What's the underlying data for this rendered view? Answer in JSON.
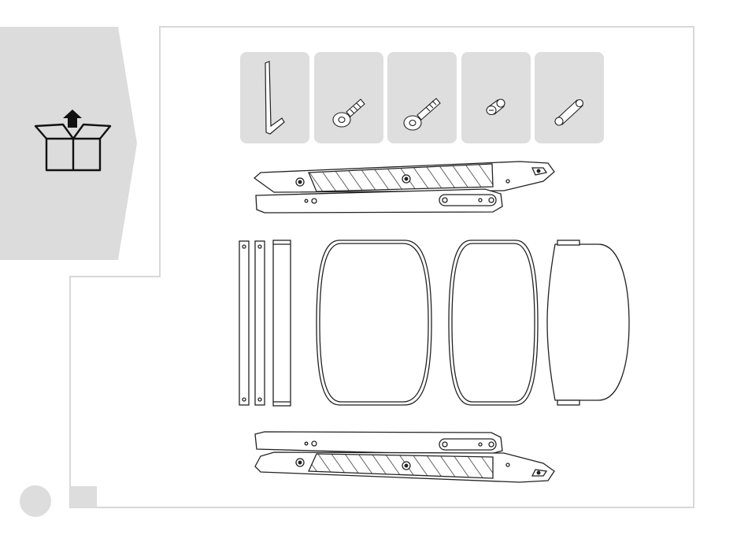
{
  "step": {
    "number": "",
    "icon": "unbox-arrow-up-icon",
    "banner_color": "#dcdcdc",
    "frame_color": "#d8d8d8"
  },
  "hardware": [
    {
      "name": "allen-key-icon"
    },
    {
      "name": "short-bolt-icon"
    },
    {
      "name": "long-bolt-icon"
    },
    {
      "name": "barrel-nut-icon"
    },
    {
      "name": "wooden-dowel-icon"
    }
  ],
  "parts": [
    "upper-leg-frame",
    "narrow-slat",
    "narrow-slat",
    "wide-rail",
    "seat-cushion",
    "back-cushion",
    "backrest-panel",
    "lower-leg-frame"
  ],
  "colors": {
    "tile": "#dedede",
    "line": "#222222",
    "page_number_circle": "#dddddd"
  },
  "page_number": ""
}
